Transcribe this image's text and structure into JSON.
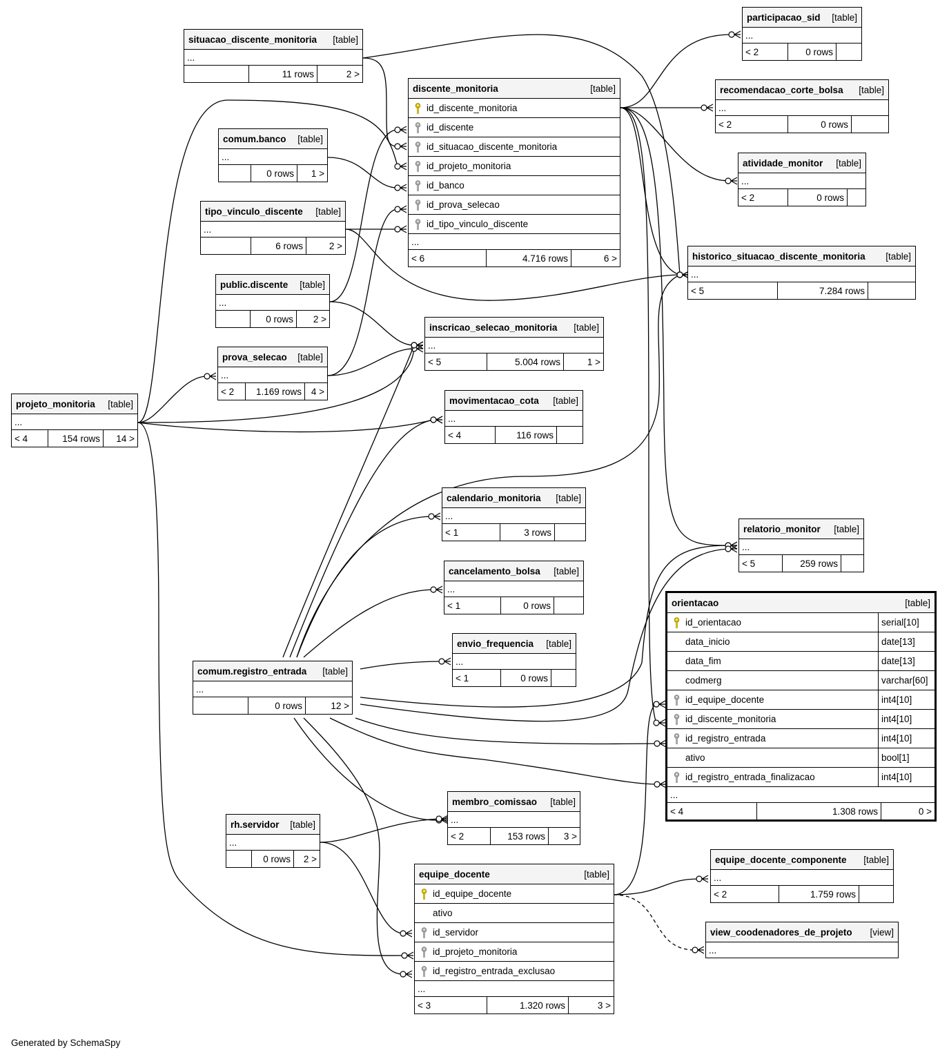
{
  "footer_text": "Generated by SchemaSpy",
  "tables": [
    {
      "id": "participacao_sid",
      "name": "participacao_sid",
      "kind": "[table]",
      "footer": [
        "< 2",
        "0 rows",
        ""
      ]
    },
    {
      "id": "recomendacao_corte_bolsa",
      "name": "recomendacao_corte_bolsa",
      "kind": "[table]",
      "footer": [
        "< 2",
        "0 rows",
        ""
      ]
    },
    {
      "id": "atividade_monitor",
      "name": "atividade_monitor",
      "kind": "[table]",
      "footer": [
        "< 2",
        "0 rows",
        ""
      ]
    },
    {
      "id": "historico",
      "name": "historico_situacao_discente_monitoria",
      "kind": "[table]",
      "footer": [
        "< 5",
        "7.284 rows",
        ""
      ]
    },
    {
      "id": "situacao",
      "name": "situacao_discente_monitoria",
      "kind": "[table]",
      "footer": [
        "",
        "11 rows",
        "2 >"
      ]
    },
    {
      "id": "discente_monitoria",
      "name": "discente_monitoria",
      "kind": "[table]",
      "footer": [
        "< 6",
        "4.716 rows",
        "6 >"
      ],
      "columns": [
        {
          "name": "id_discente_monitoria",
          "key": "pk"
        },
        {
          "name": "id_discente",
          "key": "fk"
        },
        {
          "name": "id_situacao_discente_monitoria",
          "key": "fk"
        },
        {
          "name": "id_projeto_monitoria",
          "key": "fk"
        },
        {
          "name": "id_banco",
          "key": "fk"
        },
        {
          "name": "id_prova_selecao",
          "key": "fk"
        },
        {
          "name": "id_tipo_vinculo_discente",
          "key": "fk"
        }
      ]
    },
    {
      "id": "comum_banco",
      "name": "comum.banco",
      "kind": "[table]",
      "footer": [
        "",
        "0 rows",
        "1 >"
      ]
    },
    {
      "id": "tipo_vinculo",
      "name": "tipo_vinculo_discente",
      "kind": "[table]",
      "footer": [
        "",
        "6 rows",
        "2 >"
      ]
    },
    {
      "id": "public_discente",
      "name": "public.discente",
      "kind": "[table]",
      "footer": [
        "",
        "0 rows",
        "2 >"
      ]
    },
    {
      "id": "inscricao",
      "name": "inscricao_selecao_monitoria",
      "kind": "[table]",
      "footer": [
        "< 5",
        "5.004 rows",
        "1 >"
      ]
    },
    {
      "id": "prova_selecao",
      "name": "prova_selecao",
      "kind": "[table]",
      "footer": [
        "< 2",
        "1.169 rows",
        "4 >"
      ]
    },
    {
      "id": "projeto_monitoria",
      "name": "projeto_monitoria",
      "kind": "[table]",
      "footer": [
        "< 4",
        "154 rows",
        "14 >"
      ]
    },
    {
      "id": "movimentacao",
      "name": "movimentacao_cota",
      "kind": "[table]",
      "footer": [
        "< 4",
        "116 rows",
        ""
      ]
    },
    {
      "id": "calendario",
      "name": "calendario_monitoria",
      "kind": "[table]",
      "footer": [
        "< 1",
        "3 rows",
        ""
      ]
    },
    {
      "id": "cancelamento",
      "name": "cancelamento_bolsa",
      "kind": "[table]",
      "footer": [
        "< 1",
        "0 rows",
        ""
      ]
    },
    {
      "id": "envio",
      "name": "envio_frequencia",
      "kind": "[table]",
      "footer": [
        "< 1",
        "0 rows",
        ""
      ]
    },
    {
      "id": "relatorio",
      "name": "relatorio_monitor",
      "kind": "[table]",
      "footer": [
        "< 5",
        "259 rows",
        ""
      ]
    },
    {
      "id": "registro_entrada",
      "name": "comum.registro_entrada",
      "kind": "[table]",
      "footer": [
        "",
        "0 rows",
        "12 >"
      ]
    },
    {
      "id": "orientacao",
      "name": "orientacao",
      "kind": "[table]",
      "footer": [
        "< 4",
        "1.308 rows",
        "0 >"
      ],
      "columns": [
        {
          "name": "id_orientacao",
          "key": "pk",
          "type": "serial[10]"
        },
        {
          "name": "data_inicio",
          "key": "",
          "type": "date[13]"
        },
        {
          "name": "data_fim",
          "key": "",
          "type": "date[13]"
        },
        {
          "name": "codmerg",
          "key": "",
          "type": "varchar[60]"
        },
        {
          "name": "id_equipe_docente",
          "key": "fk",
          "type": "int4[10]"
        },
        {
          "name": "id_discente_monitoria",
          "key": "fk",
          "type": "int4[10]"
        },
        {
          "name": "id_registro_entrada",
          "key": "fk",
          "type": "int4[10]"
        },
        {
          "name": "ativo",
          "key": "",
          "type": "bool[1]"
        },
        {
          "name": "id_registro_entrada_finalizacao",
          "key": "fk",
          "type": "int4[10]"
        }
      ]
    },
    {
      "id": "membro_comissao",
      "name": "membro_comissao",
      "kind": "[table]",
      "footer": [
        "< 2",
        "153 rows",
        "3 >"
      ]
    },
    {
      "id": "rh_servidor",
      "name": "rh.servidor",
      "kind": "[table]",
      "footer": [
        "",
        "0 rows",
        "2 >"
      ]
    },
    {
      "id": "equipe_docente",
      "name": "equipe_docente",
      "kind": "[table]",
      "footer": [
        "< 3",
        "1.320 rows",
        "3 >"
      ],
      "columns": [
        {
          "name": "id_equipe_docente",
          "key": "pk"
        },
        {
          "name": "ativo",
          "key": ""
        },
        {
          "name": "id_servidor",
          "key": "fk"
        },
        {
          "name": "id_projeto_monitoria",
          "key": "fk"
        },
        {
          "name": "id_registro_entrada_exclusao",
          "key": "fk"
        }
      ]
    },
    {
      "id": "equipe_docente_componente",
      "name": "equipe_docente_componente",
      "kind": "[table]",
      "footer": [
        "< 2",
        "1.759 rows",
        ""
      ]
    },
    {
      "id": "view_coodenadores",
      "name": "view_coodenadores_de_projeto",
      "kind": "[view]",
      "footer": null
    }
  ]
}
